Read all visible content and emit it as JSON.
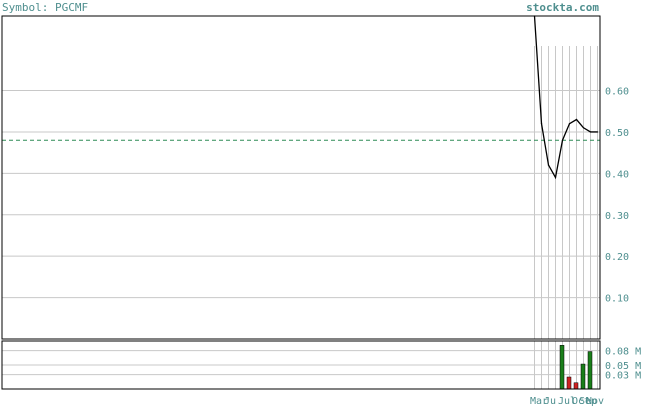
{
  "header": {
    "symbol_label": "Symbol: PGCMF",
    "site_label": "stockta.com"
  },
  "colors": {
    "tick_text": "#4f8f8f",
    "grid": "#c8c8c8",
    "frame": "#000000",
    "price_line": "#000000",
    "reference_line": "#2e8b57",
    "volume_up": "#1a7f1a",
    "volume_down": "#cc2222"
  },
  "chart_data": [
    {
      "type": "line",
      "name": "price",
      "ylim": [
        0,
        0.78
      ],
      "y_ticks": [
        0.1,
        0.2,
        0.3,
        0.4,
        0.5,
        0.6
      ],
      "y_tick_labels": [
        "0.10",
        "0.20",
        "0.30",
        "0.40",
        "0.50",
        "0.60"
      ],
      "reference_level": 0.48,
      "x_index_range": [
        0,
        32
      ],
      "vertical_grid_index": [
        23,
        24,
        25,
        26,
        27,
        28,
        29,
        30,
        31,
        32
      ],
      "series": [
        {
          "x": [
            23,
            24,
            25,
            26,
            27,
            28,
            29,
            30,
            31,
            32
          ],
          "values": [
            0.78,
            0.52,
            0.42,
            0.39,
            0.48,
            0.52,
            0.53,
            0.51,
            0.5,
            0.5
          ]
        }
      ],
      "grid": true
    },
    {
      "type": "bar",
      "name": "volume",
      "ylim": [
        0,
        0.1
      ],
      "y_ticks": [
        0.03,
        0.05,
        0.08
      ],
      "y_tick_labels": [
        "0.03 M",
        "0.05 M",
        "0.08 M"
      ],
      "x_index": [
        27,
        28,
        29,
        30,
        31
      ],
      "values": [
        0.091,
        0.025,
        0.013,
        0.052,
        0.078
      ],
      "direction": [
        "up",
        "down",
        "down",
        "up",
        "up"
      ]
    }
  ],
  "x_axis": {
    "labels": [
      {
        "text": "Mar",
        "index": 23
      },
      {
        "text": "Ju",
        "index": 25
      },
      {
        "text": "Jul",
        "index": 27
      },
      {
        "text": "Oct",
        "index": 29
      },
      {
        "text": "Sep",
        "index": 30
      },
      {
        "text": "Nov",
        "index": 31
      }
    ]
  }
}
